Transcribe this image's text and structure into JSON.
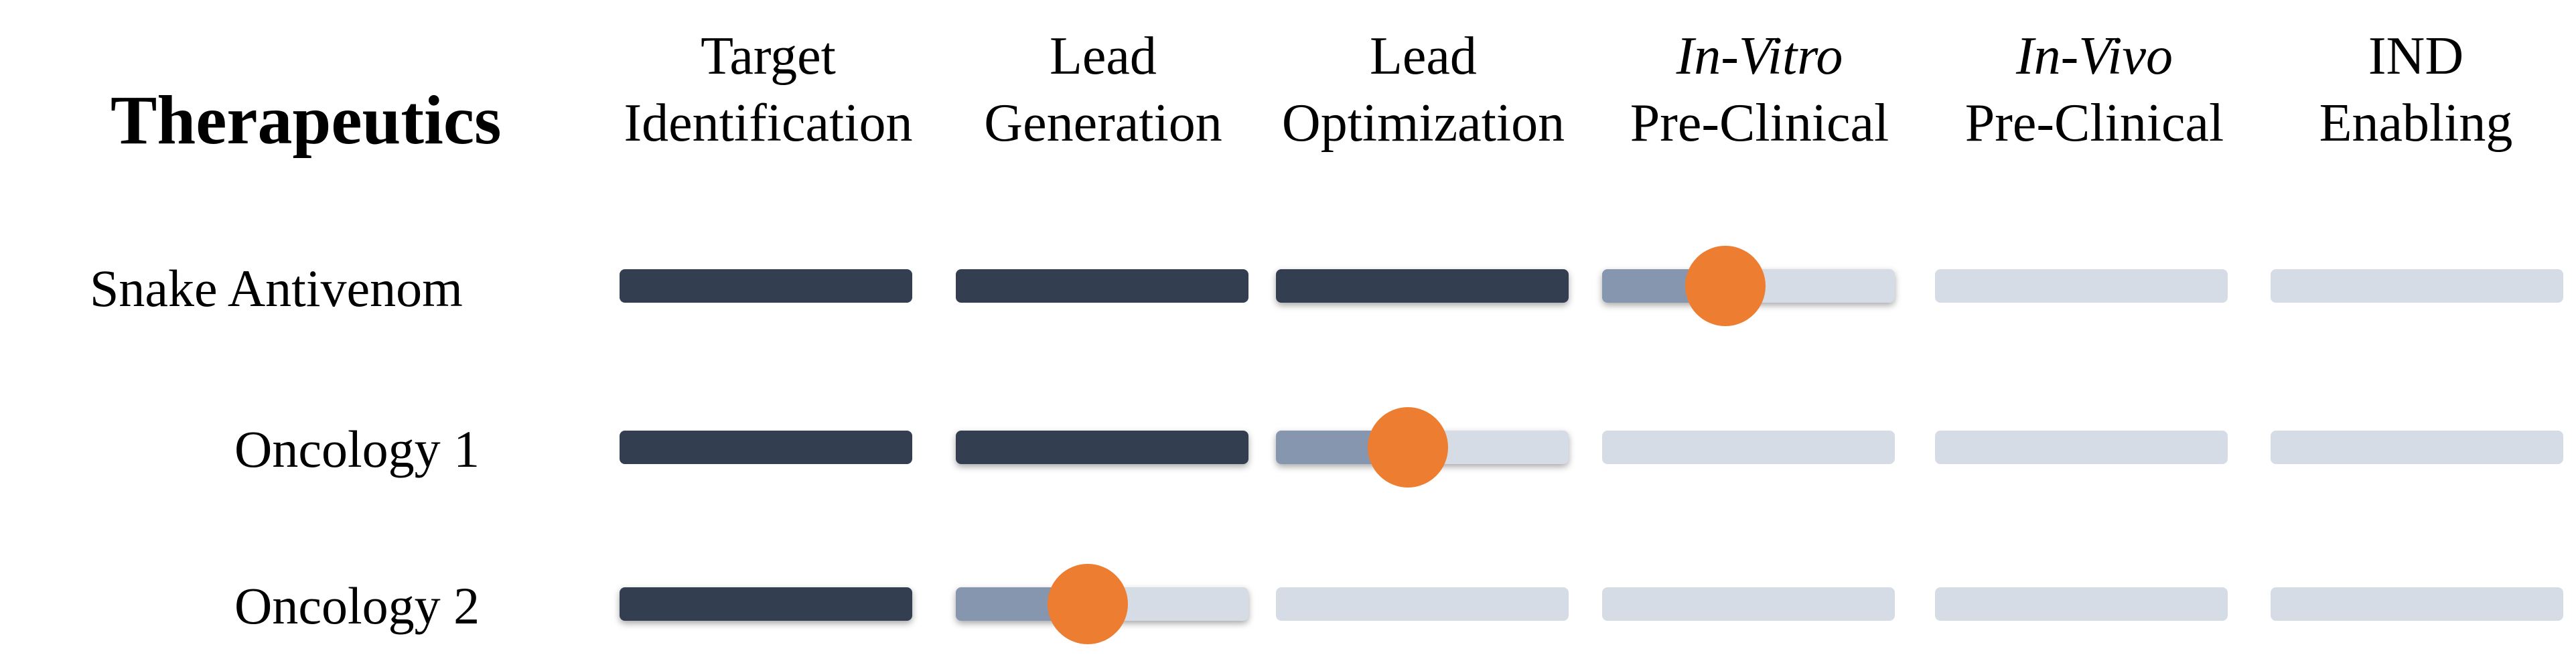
{
  "title": "Therapeutics",
  "stages": [
    {
      "line1": "Target",
      "line2": "Identification",
      "italic_first": false
    },
    {
      "line1": "Lead",
      "line2": "Generation",
      "italic_first": false
    },
    {
      "line1": "Lead",
      "line2": "Optimization",
      "italic_first": false
    },
    {
      "line1": "In-Vitro",
      "line2": "Pre-Clinical",
      "italic_first": true
    },
    {
      "line1": "In-Vivo",
      "line2": "Pre-Clinical",
      "italic_first": true
    },
    {
      "line1": "IND",
      "line2": "Enabling",
      "italic_first": false
    }
  ],
  "programs": [
    {
      "name": "Snake Antivenom",
      "completed_stages": 3,
      "current_stage": 4,
      "current_progress": 0.42
    },
    {
      "name": "Oncology 1",
      "completed_stages": 2,
      "current_stage": 3,
      "current_progress": 0.45
    },
    {
      "name": "Oncology 2",
      "completed_stages": 1,
      "current_stage": 2,
      "current_progress": 0.45
    }
  ],
  "colors": {
    "completed": "#333e50",
    "in_progress": "#8596ae",
    "pending": "#d5dce6",
    "marker": "#ed7d31"
  }
}
